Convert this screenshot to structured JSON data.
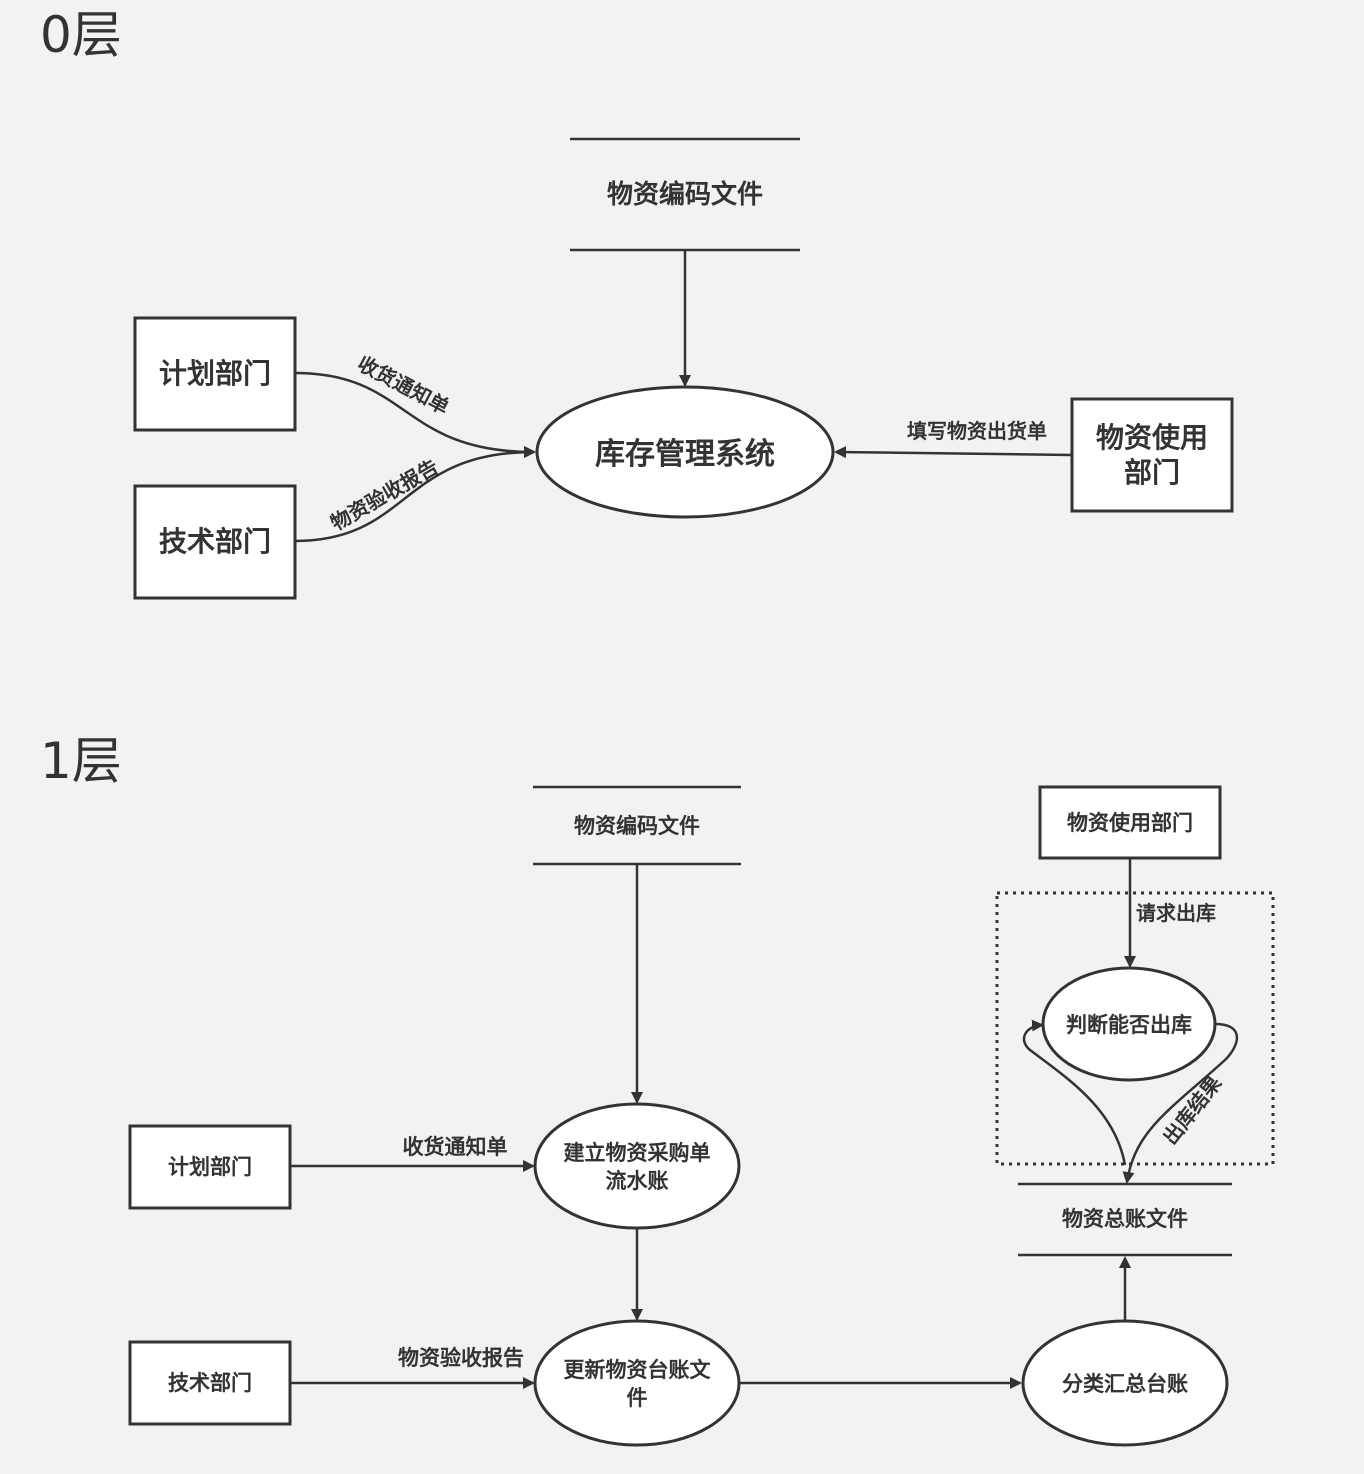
{
  "layer0": {
    "title": "0层",
    "store": "物资编码文件",
    "process": "库存管理系统",
    "entities": {
      "plan": "计划部门",
      "tech": "技术部门",
      "user_line1": "物资使用",
      "user_line2": "部门"
    },
    "flows": {
      "receipt_notice": "收货通知单",
      "acceptance_report": "物资验收报告",
      "outbound_form": "填写物资出货单"
    }
  },
  "layer1": {
    "title": "1层",
    "stores": {
      "code_file": "物资编码文件",
      "ledger_file": "物资总账文件"
    },
    "entities": {
      "plan": "计划部门",
      "tech": "技术部门",
      "user": "物资使用部门"
    },
    "processes": {
      "create_line1": "建立物资采购单",
      "create_line2": "流水账",
      "update_line1": "更新物资台账文",
      "update_line2": "件",
      "classify": "分类汇总台账",
      "judge": "判断能否出库"
    },
    "flows": {
      "receipt_notice": "收货通知单",
      "acceptance_report": "物资验收报告",
      "request_out": "请求出库",
      "out_result": "出库结果"
    }
  }
}
